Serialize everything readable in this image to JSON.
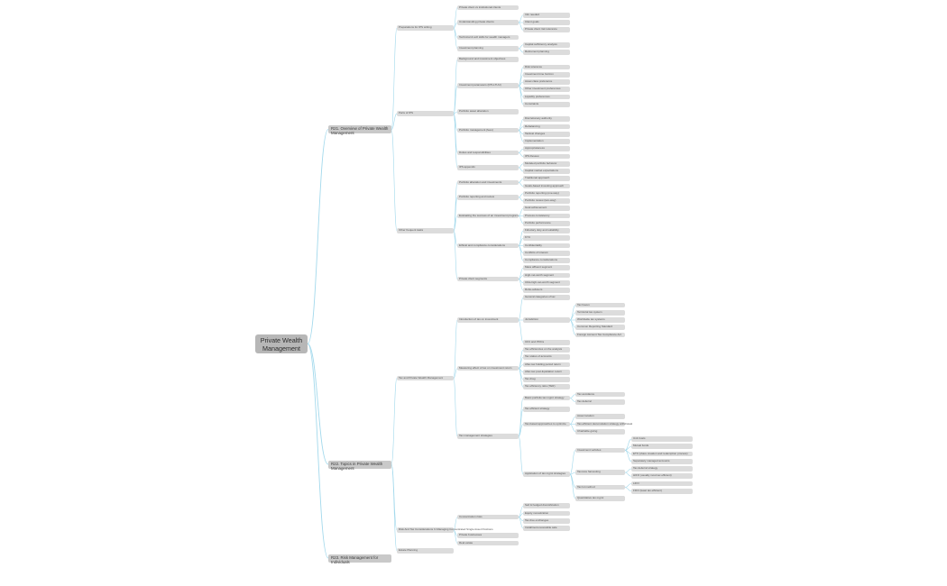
{
  "colors": {
    "line": "#a3d9ec",
    "node": "#dcdcdc",
    "root": "#b7b7b7",
    "branch": "#c9c9c9",
    "text": "#555555"
  },
  "mindmap": {
    "label": "Private Wealth Management",
    "children": [
      {
        "label": "R21. Overview of Private Wealth Management",
        "children": [
          {
            "label": "Preparations for IPS writing",
            "children": [
              {
                "label": "Private client vs institutional clients"
              },
              {
                "label": "Understanding private clients",
                "children": [
                  {
                    "label": "Info needed"
                  },
                  {
                    "label": "Client goals"
                  },
                  {
                    "label": "Private client risk tolerance"
                  }
                ]
              },
              {
                "label": "Technical & soft skills for wealth managers"
              },
              {
                "label": "Investment planning",
                "children": [
                  {
                    "label": "Capital sufficiency analysis"
                  },
                  {
                    "label": "Retirement planning"
                  }
                ]
              }
            ]
          },
          {
            "label": "Parts of IPS",
            "children": [
              {
                "label": "Background and investment objectives"
              },
              {
                "label": "Investment parameters (RTLLTUU)",
                "children": [
                  {
                    "label": "Risk tolerance"
                  },
                  {
                    "label": "Investment time horizon"
                  },
                  {
                    "label": "Asset class preference"
                  },
                  {
                    "label": "Other investment preferences"
                  },
                  {
                    "label": "Liquidity preferences"
                  },
                  {
                    "label": "Constraints"
                  }
                ]
              },
              {
                "label": "Portfolio asset allocation"
              },
              {
                "label": "Portfolio management (fees)",
                "children": [
                  {
                    "label": "Discretionary authority"
                  },
                  {
                    "label": "Rebalancing"
                  },
                  {
                    "label": "Tactical changes"
                  },
                  {
                    "label": "Implementation"
                  }
                ]
              },
              {
                "label": "Duties and responsibilities",
                "children": [
                  {
                    "label": "Appropriateness"
                  },
                  {
                    "label": "IPS Review"
                  }
                ]
              },
              {
                "label": "IPS appendix",
                "children": [
                  {
                    "label": "Modeled portfolio behavior"
                  },
                  {
                    "label": "Capital market expectations"
                  }
                ]
              }
            ]
          },
          {
            "label": "Other frequent tasks",
            "children": [
              {
                "label": "Portfolio allocation and investments",
                "children": [
                  {
                    "label": "Traditional approach"
                  },
                  {
                    "label": "Goals-based investing approach"
                  }
                ]
              },
              {
                "label": "Portfolio reporting and review",
                "children": [
                  {
                    "label": "Portfolio reporting (one-way)"
                  },
                  {
                    "label": "Portfolio review (two-way)"
                  }
                ]
              },
              {
                "label": "Evaluating the success of an investment program",
                "children": [
                  {
                    "label": "Goal achievement"
                  },
                  {
                    "label": "Process consistency"
                  },
                  {
                    "label": "Portfolio performance"
                  }
                ]
              },
              {
                "label": "Ethical and compliance considerations",
                "children": [
                  {
                    "label": "Fiduciary duty and suitability"
                  },
                  {
                    "label": "KYC"
                  },
                  {
                    "label": "Confidentiality"
                  },
                  {
                    "label": "Conflicts of interest"
                  },
                  {
                    "label": "Compliance considerations"
                  }
                ]
              },
              {
                "label": "Private client segments",
                "children": [
                  {
                    "label": "Mass affluent segment"
                  },
                  {
                    "label": "High-net-worth segment"
                  },
                  {
                    "label": "Ultra-high-net-worth segment"
                  },
                  {
                    "label": "Robo-advisors"
                  }
                ]
              }
            ]
          }
        ]
      },
      {
        "label": "R22. Topics in Private Wealth Management",
        "children": [
          {
            "label": "Tax and Private Wealth Management",
            "children": [
              {
                "label": "Introduction of tax on investment",
                "children": [
                  {
                    "label": "General categories of tax"
                  },
                  {
                    "label": "Jurisdiction",
                    "children": [
                      {
                        "label": "Tax haven"
                      },
                      {
                        "label": "Territorial tax system"
                      },
                      {
                        "label": "Worldwide tax systems"
                      },
                      {
                        "label": "Common Reporting Standard"
                      },
                      {
                        "label": "Foreign Account Tax Compliance Act"
                      }
                    ]
                  },
                  {
                    "label": "CFC and PFICs"
                  }
                ]
              },
              {
                "label": "Measuring effect of tax on investment return",
                "children": [
                  {
                    "label": "Tax efficiencies on the analysis"
                  },
                  {
                    "label": "Tax status of accounts"
                  },
                  {
                    "label": "After-tax holding period return"
                  },
                  {
                    "label": "After-tax post-liquidation return"
                  },
                  {
                    "label": "Tax drag"
                  },
                  {
                    "label": "Tax efficiency ratio (TER)"
                  }
                ]
              },
              {
                "label": "Tax management strategies",
                "children": [
                  {
                    "label": "Basic portfolio tax mgmt strategy",
                    "children": [
                      {
                        "label": "Tax avoidance"
                      },
                      {
                        "label": "Tax deferral"
                      }
                    ]
                  },
                  {
                    "label": "Tax efficient strategy"
                  },
                  {
                    "label": "Tax-based approaches to optimize",
                    "children": [
                      {
                        "label": "Asset location"
                      },
                      {
                        "label": "Tax-efficient decumulation strategy withdrawal"
                      },
                      {
                        "label": "Charitable giving"
                      }
                    ]
                  },
                  {
                    "label": "Application of tax mgmt strategies",
                    "children": [
                      {
                        "label": "Investment vehicles",
                        "children": [
                          {
                            "label": "Unit trusts"
                          },
                          {
                            "label": "Mutual funds"
                          },
                          {
                            "label": "ETF (share creation and redemption process)"
                          },
                          {
                            "label": "Separately managed accounts"
                          }
                        ]
                      },
                      {
                        "label": "Tax-loss harvesting",
                        "children": [
                          {
                            "label": "Tax deferral strategy"
                          },
                          {
                            "label": "HIFO (usually most tax efficient)"
                          }
                        ]
                      },
                      {
                        "label": "Tax lot method",
                        "children": [
                          {
                            "label": "LIFO"
                          },
                          {
                            "label": "FIFO (least tax efficient)"
                          }
                        ]
                      },
                      {
                        "label": "Quantitative tax mgmt"
                      }
                    ]
                  }
                ]
              }
            ]
          },
          {
            "label": "Risk And Tax Considerations In Managing Concentrated Single Asset Positions",
            "children": [
              {
                "label": "Concentration risks",
                "children": [
                  {
                    "label": "Sell & hedged diversification"
                  },
                  {
                    "label": "Equity monetization"
                  },
                  {
                    "label": "Tax-free exchanges"
                  },
                  {
                    "label": "Installment-receivable sale"
                  }
                ]
              },
              {
                "label": "Private businesses"
              },
              {
                "label": "Real estate"
              }
            ]
          },
          {
            "label": "Estate Planning"
          }
        ]
      },
      {
        "label": "R23. Risk Management for Individuals"
      }
    ]
  }
}
